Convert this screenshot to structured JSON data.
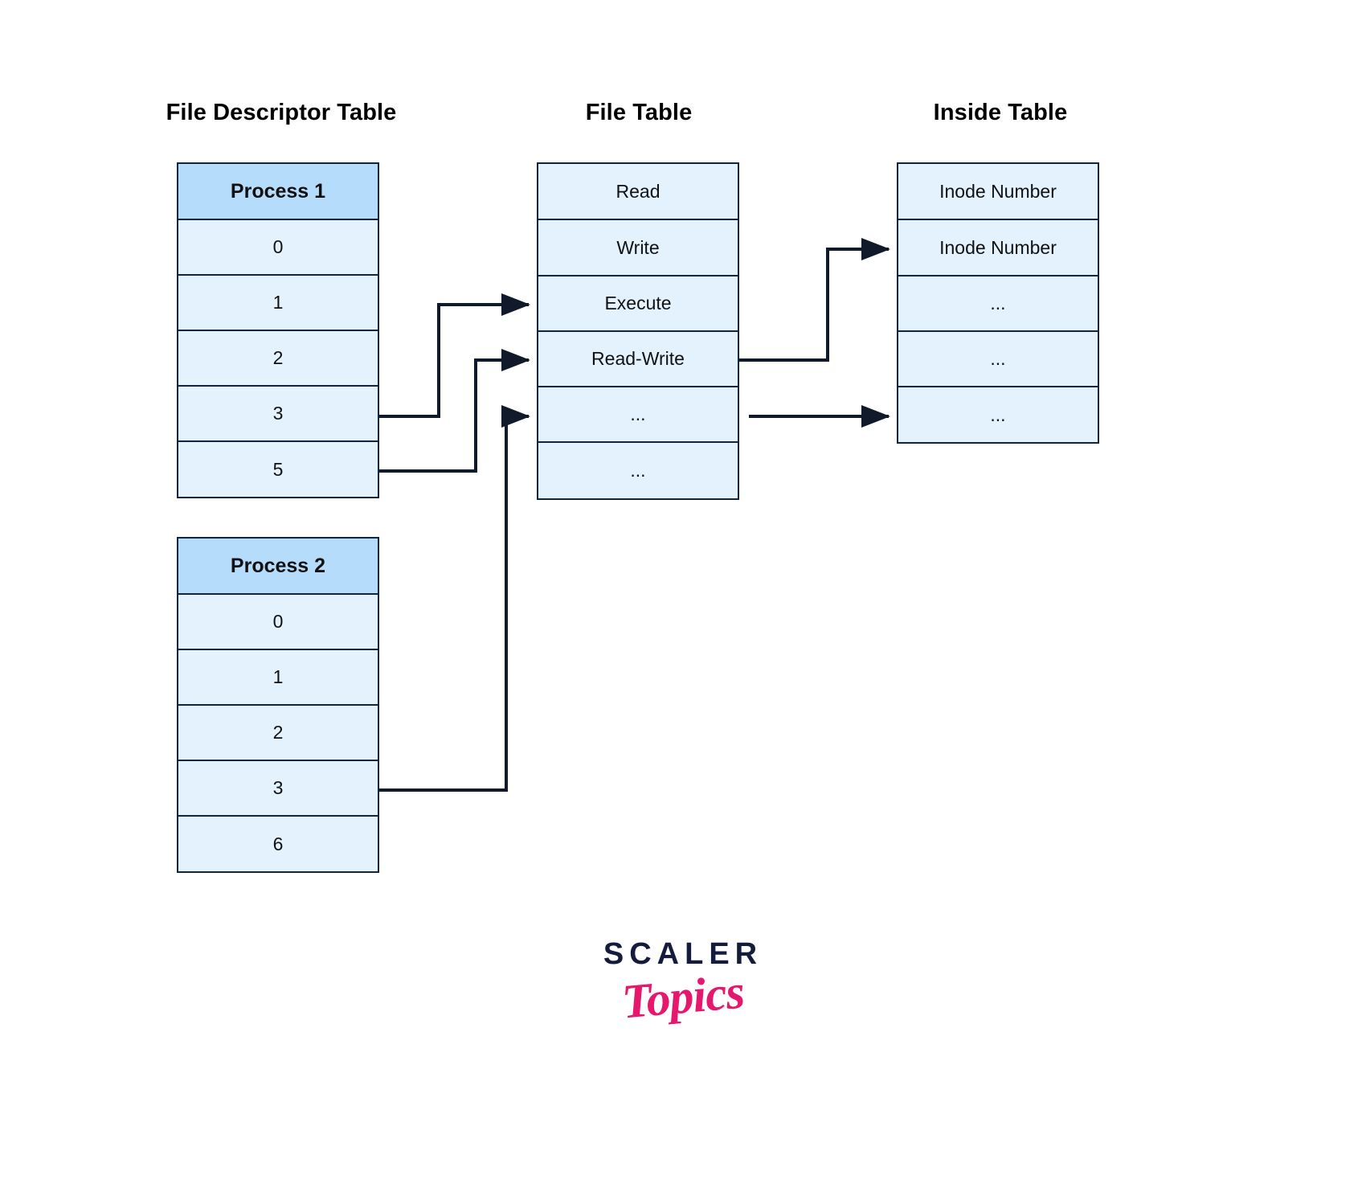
{
  "diagram": {
    "titles": {
      "file_descriptor_table": "File Descriptor Table",
      "file_table": "File Table",
      "inside_table": "Inside Table"
    },
    "colors": {
      "header_fill": "#b6dcfb",
      "cell_fill": "#e4f2fd",
      "border": "#11253f",
      "arrow": "#111111",
      "logo_dark": "#141b3d",
      "logo_pink": "#e5186d"
    },
    "tables": {
      "process1": {
        "header": "Process 1",
        "rows": [
          "0",
          "1",
          "2",
          "3",
          "5"
        ]
      },
      "process2": {
        "header": "Process 2",
        "rows": [
          "0",
          "1",
          "2",
          "3",
          "6"
        ]
      },
      "file_table": {
        "rows": [
          "Read",
          "Write",
          "Execute",
          "Read-Write",
          "...",
          "..."
        ]
      },
      "inode_table": {
        "rows": [
          "Inode Number",
          "Inode Number",
          "...",
          "...",
          "..."
        ]
      }
    },
    "connections": [
      {
        "from": "process1.row.3",
        "to": "file_table.Execute"
      },
      {
        "from": "process1.row.5",
        "to": "file_table.Read-Write"
      },
      {
        "from": "process2.row.3",
        "to": "file_table.row5-dots"
      },
      {
        "from": "file_table.Read-Write",
        "to": "inode_table.row2-Inode Number"
      },
      {
        "from": "file_table.row5-dots",
        "to": "inode_table.row5-dots"
      }
    ]
  },
  "logo": {
    "primary": "SCALER",
    "secondary": "Topics"
  }
}
